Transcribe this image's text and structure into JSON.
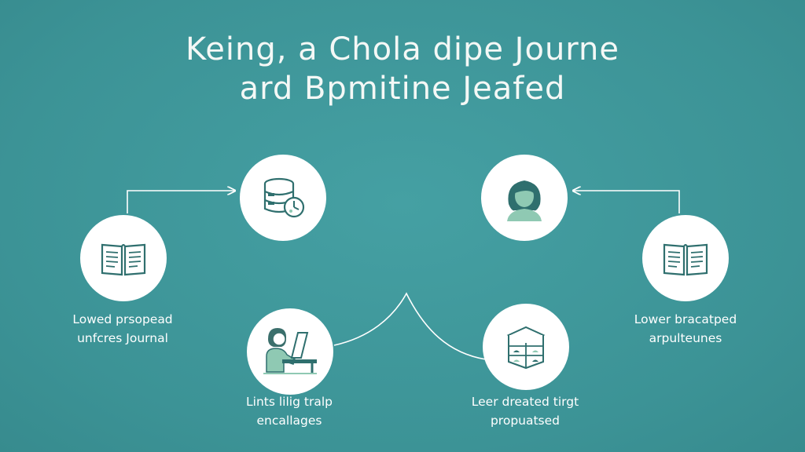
{
  "title": {
    "line1": "Keing, a Chola dipe Journe",
    "line2": "ard Bpmitine Jeafed"
  },
  "nodes": [
    {
      "icon": "open-book-icon",
      "label_lines": [
        "Lowed prsopead",
        "unfcres Journal"
      ]
    },
    {
      "icon": "database-clock-icon",
      "label_lines": []
    },
    {
      "icon": "person-at-computer-icon",
      "label_lines": [
        "Lints lilig tralp",
        "encallages"
      ]
    },
    {
      "icon": "woman-avatar-icon",
      "label_lines": []
    },
    {
      "icon": "storage-box-icon",
      "label_lines": [
        "Leer dreated tirgt",
        "propuatsed"
      ]
    },
    {
      "icon": "open-book-icon",
      "label_lines": [
        "Lower bracatped",
        "arpulteunes"
      ]
    }
  ],
  "colors": {
    "background": "#3f979a",
    "node_fill": "#ffffff",
    "icon_stroke": "#2f6f6e",
    "icon_accent": "#8fc9b3",
    "text": "#ffffff"
  }
}
